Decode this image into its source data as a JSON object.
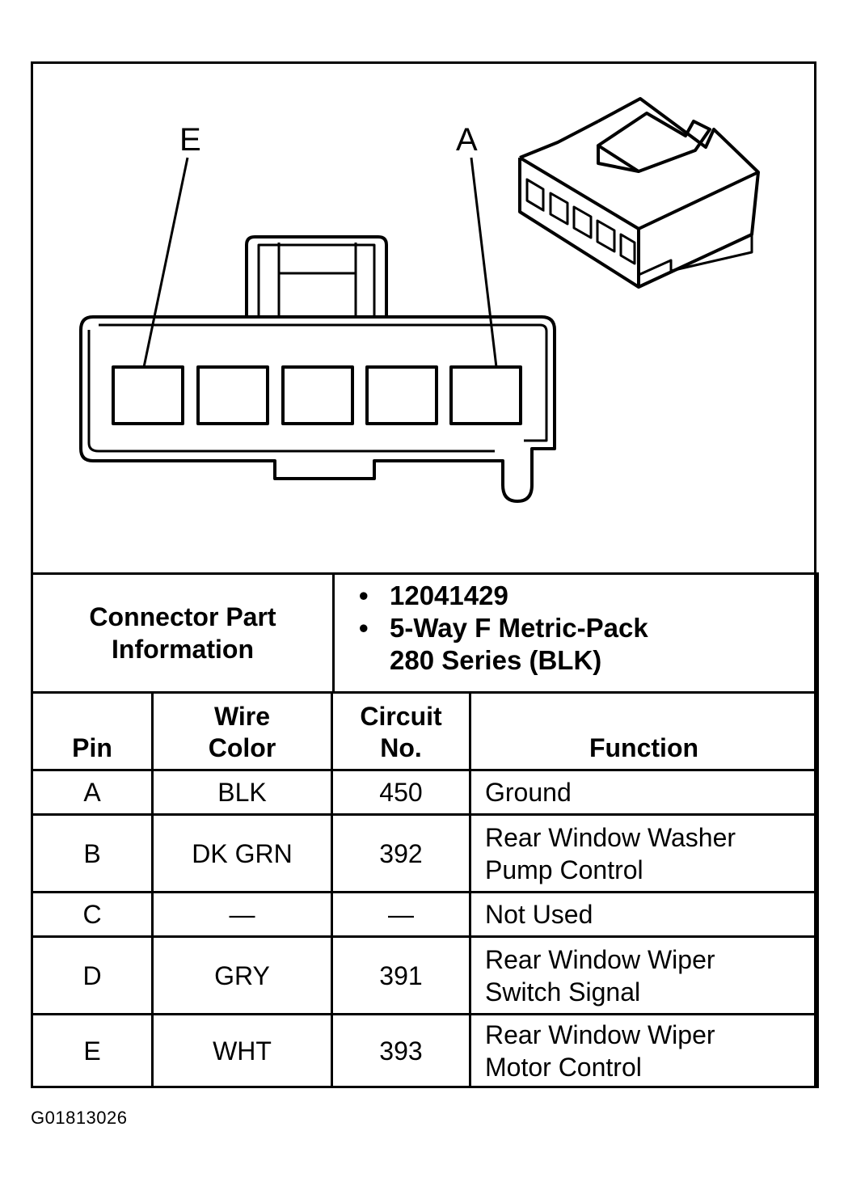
{
  "diagram": {
    "pin_labels": [
      "E",
      "A"
    ]
  },
  "connector_info": {
    "label_lines": [
      "Connector Part",
      "Information"
    ],
    "items": [
      {
        "lines": [
          "12041429"
        ]
      },
      {
        "lines": [
          "5-Way F Metric-Pack",
          "280 Series (BLK)"
        ]
      }
    ]
  },
  "pin_table": {
    "headers": {
      "pin": [
        "Pin"
      ],
      "wire_color": [
        "Wire",
        "Color"
      ],
      "circuit_no": [
        "Circuit",
        "No."
      ],
      "function": [
        "Function"
      ]
    },
    "rows": [
      {
        "pin": "A",
        "wire_color": "BLK",
        "circuit_no": "450",
        "function": [
          "Ground"
        ]
      },
      {
        "pin": "B",
        "wire_color": "DK GRN",
        "circuit_no": "392",
        "function": [
          "Rear Window Washer",
          "Pump Control"
        ]
      },
      {
        "pin": "C",
        "wire_color": "—",
        "circuit_no": "—",
        "function": [
          "Not Used"
        ]
      },
      {
        "pin": "D",
        "wire_color": "GRY",
        "circuit_no": "391",
        "function": [
          "Rear Window Wiper",
          "Switch Signal"
        ]
      },
      {
        "pin": "E",
        "wire_color": "WHT",
        "circuit_no": "393",
        "function": [
          "Rear Window Wiper",
          "Motor Control"
        ]
      }
    ]
  },
  "figure_id": "G01813026"
}
